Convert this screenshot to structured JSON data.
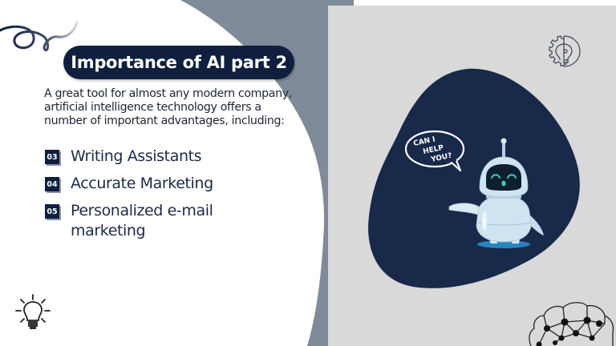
{
  "slide": {
    "title": "Importance of AI  part 2",
    "intro": "A great tool for almost any modern company, artificial intelligence technology offers a number of important advantages, including:",
    "items": [
      {
        "number": "03",
        "label": "Writing Assistants"
      },
      {
        "number": "04",
        "label": "Accurate Marketing"
      },
      {
        "number": "05",
        "label": "Personalized e-mail marketing"
      }
    ],
    "illustration": {
      "speech_bubble": [
        "CAN I",
        "HELP",
        "YOU?"
      ],
      "subject": "robot-assistant"
    },
    "icons": {
      "top_left": "swirl-decoration-icon",
      "top_right": "gear-lightbulb-icon",
      "bottom_left": "lightbulb-icon",
      "bottom_right": "brain-network-icon"
    }
  },
  "colors": {
    "navy": "#0f1f3d",
    "blob": "#18294a",
    "slate": "#808b99",
    "panel_gray": "#d9d9d9",
    "white": "#ffffff",
    "robot_body": "#cfe3f0",
    "robot_eyes": "#3fd0a8",
    "robot_base": "#2a84c0"
  }
}
